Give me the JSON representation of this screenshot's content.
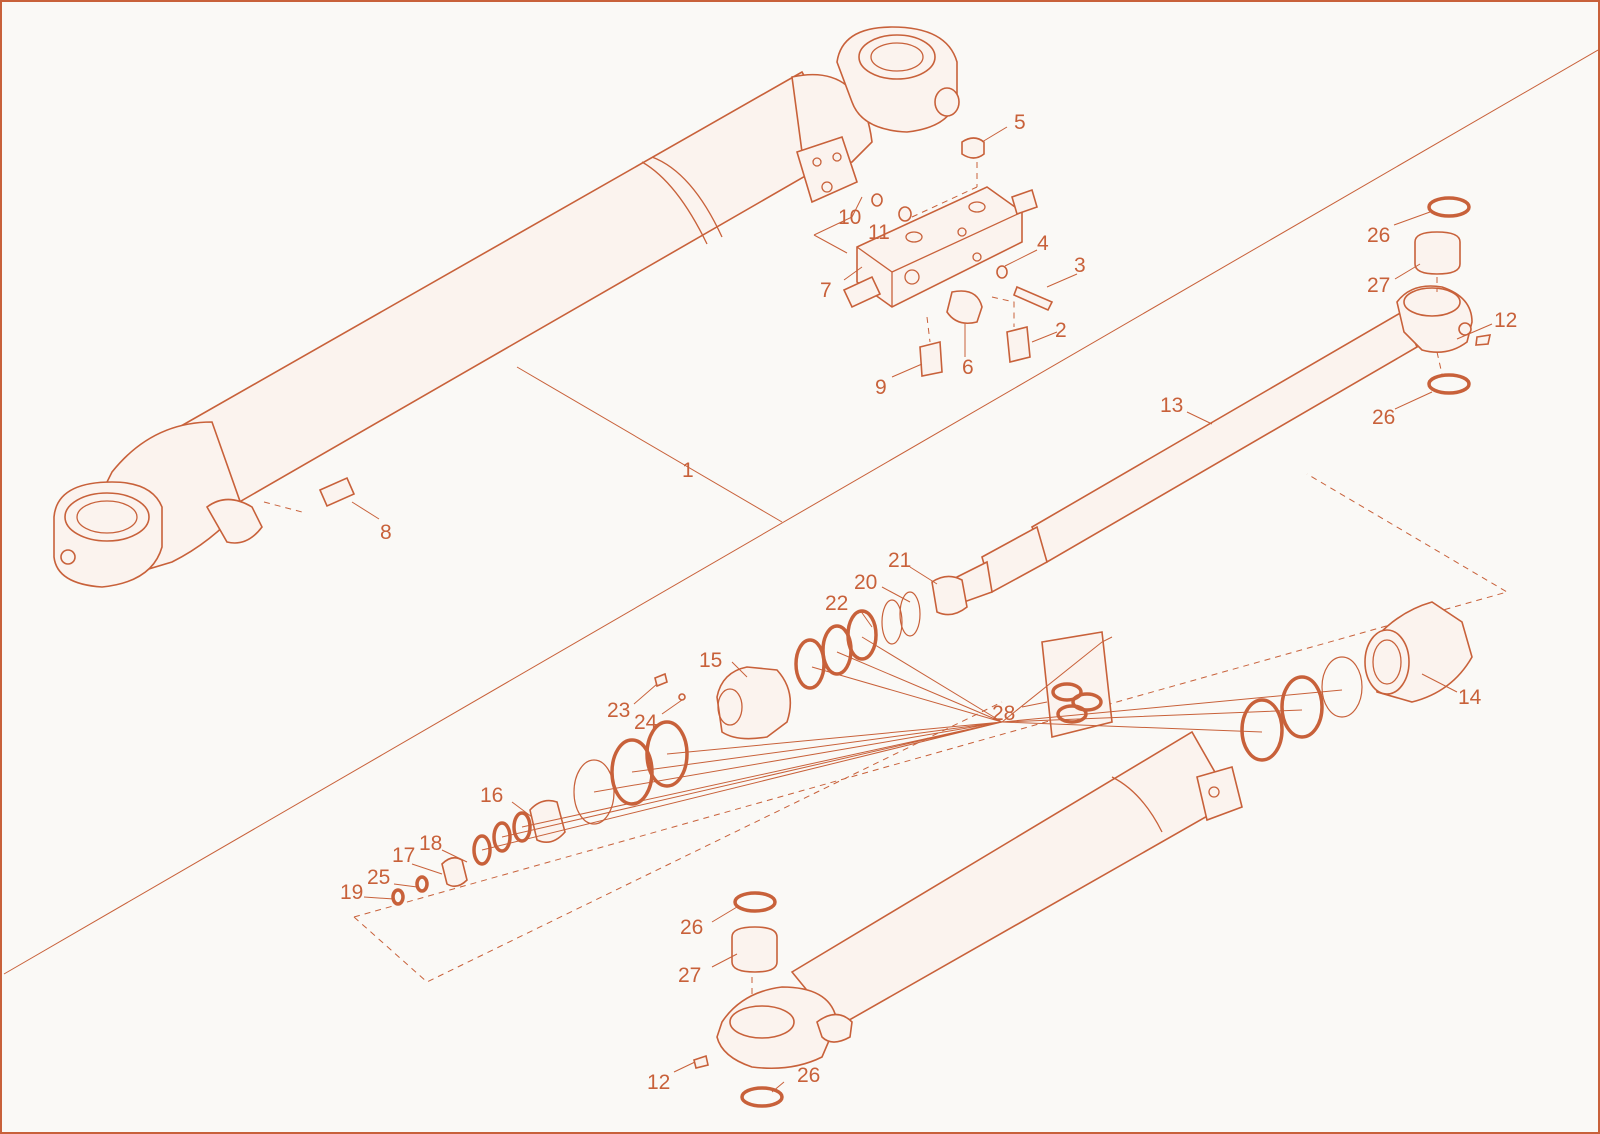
{
  "accent_color": "#c8613a",
  "background_color": "#faf9f6",
  "callouts": [
    {
      "id": "c1",
      "text": "1"
    },
    {
      "id": "c2",
      "text": "2"
    },
    {
      "id": "c3",
      "text": "3"
    },
    {
      "id": "c4",
      "text": "4"
    },
    {
      "id": "c5",
      "text": "5"
    },
    {
      "id": "c6",
      "text": "6"
    },
    {
      "id": "c7",
      "text": "7"
    },
    {
      "id": "c8",
      "text": "8"
    },
    {
      "id": "c9",
      "text": "9"
    },
    {
      "id": "c10",
      "text": "10"
    },
    {
      "id": "c11",
      "text": "11"
    },
    {
      "id": "c12a",
      "text": "12"
    },
    {
      "id": "c12b",
      "text": "12"
    },
    {
      "id": "c13",
      "text": "13"
    },
    {
      "id": "c14",
      "text": "14"
    },
    {
      "id": "c15",
      "text": "15"
    },
    {
      "id": "c16",
      "text": "16"
    },
    {
      "id": "c17",
      "text": "17"
    },
    {
      "id": "c18",
      "text": "18"
    },
    {
      "id": "c19",
      "text": "19"
    },
    {
      "id": "c20",
      "text": "20"
    },
    {
      "id": "c21",
      "text": "21"
    },
    {
      "id": "c22",
      "text": "22"
    },
    {
      "id": "c23",
      "text": "23"
    },
    {
      "id": "c24",
      "text": "24"
    },
    {
      "id": "c25",
      "text": "25"
    },
    {
      "id": "c26a",
      "text": "26"
    },
    {
      "id": "c26b",
      "text": "26"
    },
    {
      "id": "c26c",
      "text": "26"
    },
    {
      "id": "c26d",
      "text": "26"
    },
    {
      "id": "c27a",
      "text": "27"
    },
    {
      "id": "c27b",
      "text": "27"
    },
    {
      "id": "c28",
      "text": "28"
    }
  ]
}
